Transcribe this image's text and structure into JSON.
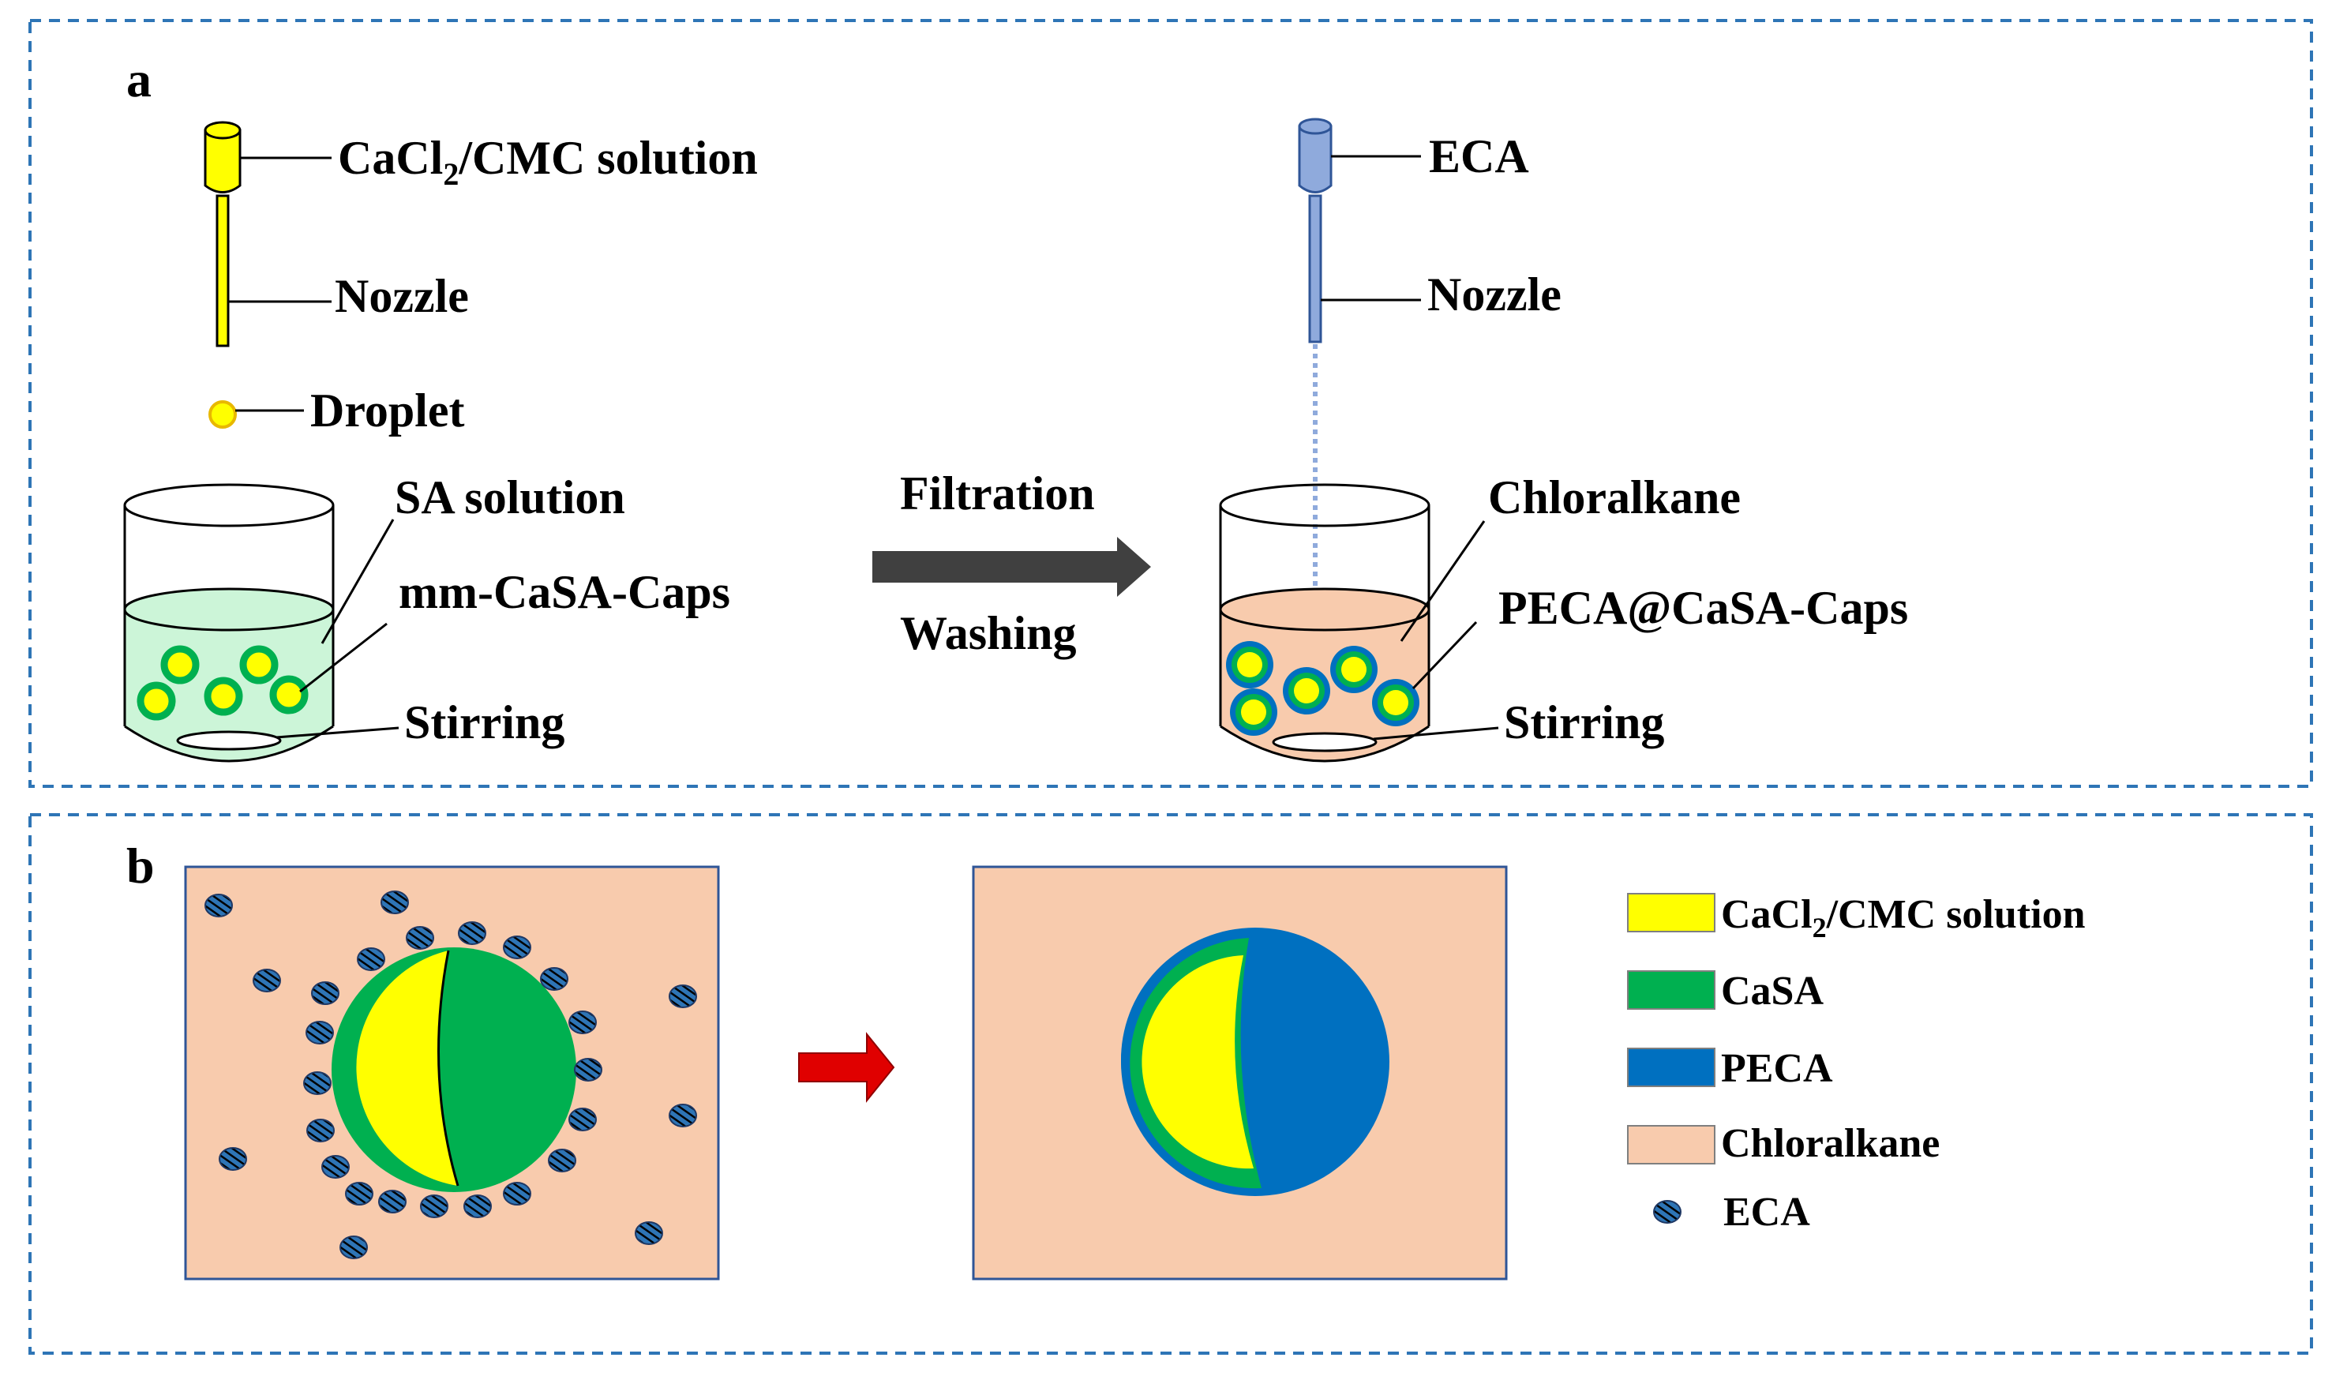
{
  "panels": {
    "a": {
      "letter": "a",
      "left_setup": {
        "syringe_label": "CaCl",
        "syringe_label_sub": "2",
        "syringe_label_rest": "/CMC solution",
        "nozzle_label": "Nozzle",
        "droplet_label": "Droplet",
        "solution_label": "SA solution",
        "capsule_label": "mm-CaSA-Caps",
        "stirring_label": "Stirring"
      },
      "process": {
        "above_arrow": "Filtration",
        "below_arrow": "Washing"
      },
      "right_setup": {
        "syringe_label": "ECA",
        "nozzle_label": "Nozzle",
        "solution_label": "Chloralkane",
        "capsule_label": "PECA@CaSA-Caps",
        "stirring_label": "Stirring"
      }
    },
    "b": {
      "letter": "b",
      "legend": [
        {
          "text": "CaCl",
          "sub": "2",
          "rest": "/CMC solution",
          "color": "#ffff00"
        },
        {
          "text": "CaSA",
          "sub": "",
          "rest": "",
          "color": "#00b050"
        },
        {
          "text": "PECA",
          "sub": "",
          "rest": "",
          "color": "#0070c0"
        },
        {
          "text": "Chloralkane",
          "sub": "",
          "rest": "",
          "color": "#f8cbad"
        },
        {
          "text": "ECA",
          "sub": "",
          "rest": "",
          "color": "#2e75b6"
        }
      ]
    }
  },
  "colors": {
    "yellow": "#ffff00",
    "green": "#00b050",
    "blue": "#0070c0",
    "peach": "#f8cbad",
    "mint": "#ccf5d8",
    "border_dash": "#2e75b6",
    "nozzle_blue": "#8faadc",
    "arrow_grey": "#404040",
    "arrow_red": "#e00000"
  }
}
